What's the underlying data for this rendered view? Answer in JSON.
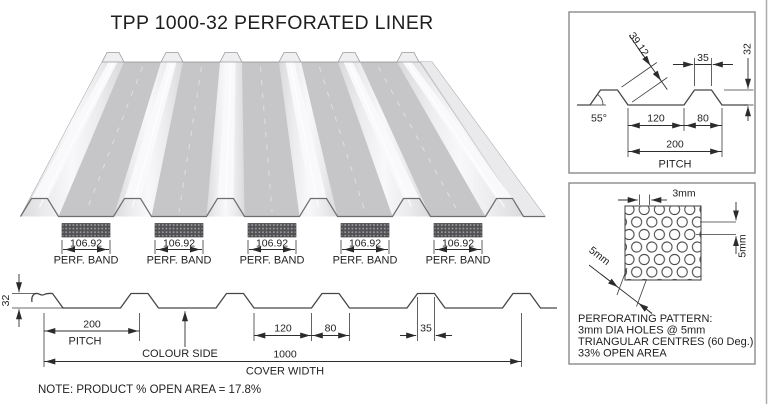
{
  "title": "TPP 1000-32 PERFORATED LINER",
  "panel": {
    "perf_bands": [
      {
        "dim": "106.92",
        "label": "PERF. BAND"
      },
      {
        "dim": "106.92",
        "label": "PERF. BAND"
      },
      {
        "dim": "106.92",
        "label": "PERF. BAND"
      },
      {
        "dim": "106.92",
        "label": "PERF. BAND"
      },
      {
        "dim": "106.92",
        "label": "PERF. BAND"
      }
    ]
  },
  "section": {
    "height": "32",
    "pitch_value": "200",
    "pitch_label": "PITCH",
    "colour_side": "COLOUR SIDE",
    "valley_width": "120",
    "rib_base": "80",
    "rib_top": "35",
    "cover_value": "1000",
    "cover_label": "COVER WIDTH"
  },
  "note": "NOTE:  PRODUCT % OPEN AREA = 17.8%",
  "profile_detail": {
    "slope_length": "39.12",
    "rib_top": "35",
    "height": "32",
    "angle": "55°",
    "valley_width": "120",
    "rib_base": "80",
    "pitch_value": "200",
    "pitch_label": "PITCH"
  },
  "perforation_detail": {
    "hole_dia": "3mm",
    "diagonal_pitch": "5mm",
    "vertical_pitch": "5mm",
    "lines": [
      "PERFORATING PATTERN:",
      "3mm DIA HOLES @ 5mm",
      "TRIANGULAR CENTRES (60 Deg.)",
      "33% OPEN AREA"
    ]
  }
}
